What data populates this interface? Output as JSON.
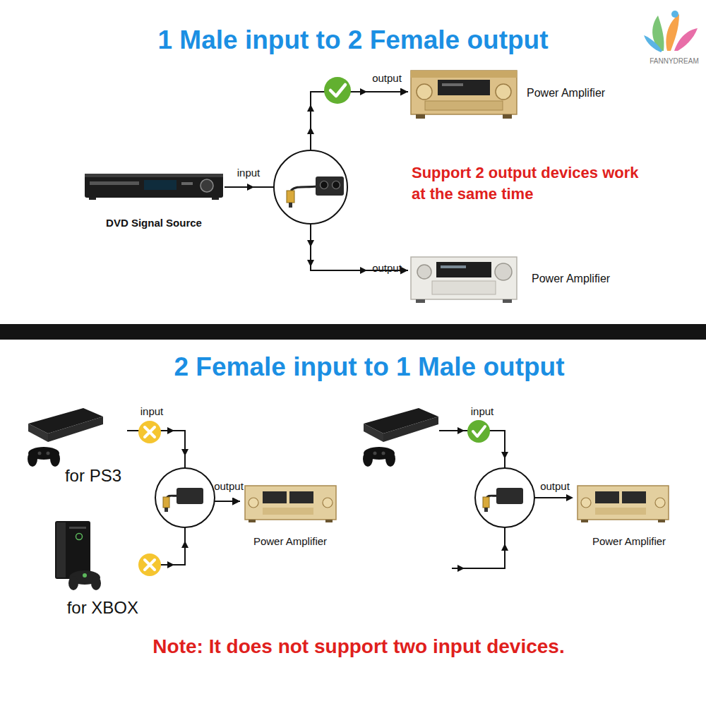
{
  "diagram": {
    "title": "1 Male input to 2 Female output",
    "caption": "Note: It does not support two input devices.",
    "nodes": [
      {
        "text": [
          "DVD Signal Source"
        ]
      },
      {
        "text": [
          "Power Amplifier"
        ]
      },
      {
        "text": [
          "Power Amplifier"
        ]
      },
      {
        "text": [
          "for PS3"
        ]
      },
      {
        "text": [
          "for XBOX"
        ]
      },
      {
        "text": [
          "Power Amplifier"
        ]
      },
      {
        "text": [
          "Power Amplifier"
        ]
      }
    ],
    "edges": [
      {
        "from": 0,
        "to": 1,
        "arrow": "to"
      },
      {
        "from": 0,
        "to": 2,
        "arrow": "to"
      },
      {
        "from": 3,
        "to": 5,
        "arrow": "to"
      },
      {
        "from": 4,
        "to": 5,
        "arrow": "to"
      }
    ],
    "labels": [
      "input",
      "output",
      "output",
      "Support 2 output devices work at the same time",
      "2 Female input to 1 Male output",
      "input",
      "output",
      "input",
      "output",
      "FANNYDREAM"
    ]
  }
}
